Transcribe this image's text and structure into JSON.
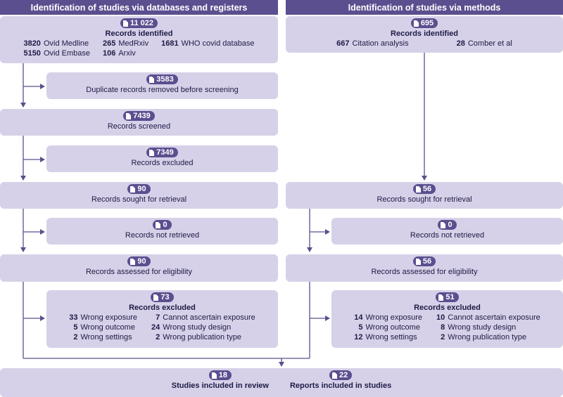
{
  "headers": {
    "left": "Identification of studies via databases and registers",
    "right": "Identification of studies via methods"
  },
  "left": {
    "identified": {
      "count": "11 022",
      "label": "Records identified",
      "items": [
        {
          "count": "3820",
          "name": "Ovid Medline"
        },
        {
          "count": "265",
          "name": "MedRxiv"
        },
        {
          "count": "1681",
          "name": "WHO covid database"
        },
        {
          "count": "5150",
          "name": "Ovid Embase"
        },
        {
          "count": "106",
          "name": "Arxiv"
        }
      ]
    },
    "duplicates": {
      "count": "3583",
      "label": "Duplicate records removed before screening"
    },
    "screened": {
      "count": "7439",
      "label": "Records screened"
    },
    "excluded": {
      "count": "7349",
      "label": "Records excluded"
    },
    "sought": {
      "count": "90",
      "label": "Records sought for retrieval"
    },
    "not_retrieved": {
      "count": "0",
      "label": "Records not retrieved"
    },
    "assessed": {
      "count": "90",
      "label": "Records assessed for eligibility"
    },
    "excluded_eligibility": {
      "count": "73",
      "label": "Records excluded",
      "items": [
        {
          "count": "33",
          "reason": "Wrong exposure"
        },
        {
          "count": "7",
          "reason": "Cannot ascertain exposure"
        },
        {
          "count": "5",
          "reason": "Wrong outcome"
        },
        {
          "count": "24",
          "reason": "Wrong study design"
        },
        {
          "count": "2",
          "reason": "Wrong settings"
        },
        {
          "count": "2",
          "reason": "Wrong publication type"
        }
      ]
    }
  },
  "right": {
    "identified": {
      "count": "695",
      "label": "Records identified",
      "items": [
        {
          "count": "667",
          "name": "Citation analysis"
        },
        {
          "count": "28",
          "name": "Comber et al"
        }
      ]
    },
    "sought": {
      "count": "56",
      "label": "Records sought for retrieval"
    },
    "not_retrieved": {
      "count": "0",
      "label": "Records not retrieved"
    },
    "assessed": {
      "count": "56",
      "label": "Records assessed for eligibility"
    },
    "excluded_eligibility": {
      "count": "51",
      "label": "Records excluded",
      "items": [
        {
          "count": "14",
          "reason": "Wrong exposure"
        },
        {
          "count": "10",
          "reason": "Cannot ascertain exposure"
        },
        {
          "count": "5",
          "reason": "Wrong outcome"
        },
        {
          "count": "8",
          "reason": "Wrong study design"
        },
        {
          "count": "12",
          "reason": "Wrong settings"
        },
        {
          "count": "2",
          "reason": "Wrong publication type"
        }
      ]
    }
  },
  "included": {
    "studies": {
      "count": "18",
      "label": "Studies included in review"
    },
    "reports": {
      "count": "22",
      "label": "Reports included in studies"
    }
  },
  "colors": {
    "header": "#5b4f8f",
    "box": "#d6d1e8",
    "line": "#5b4f8f"
  }
}
